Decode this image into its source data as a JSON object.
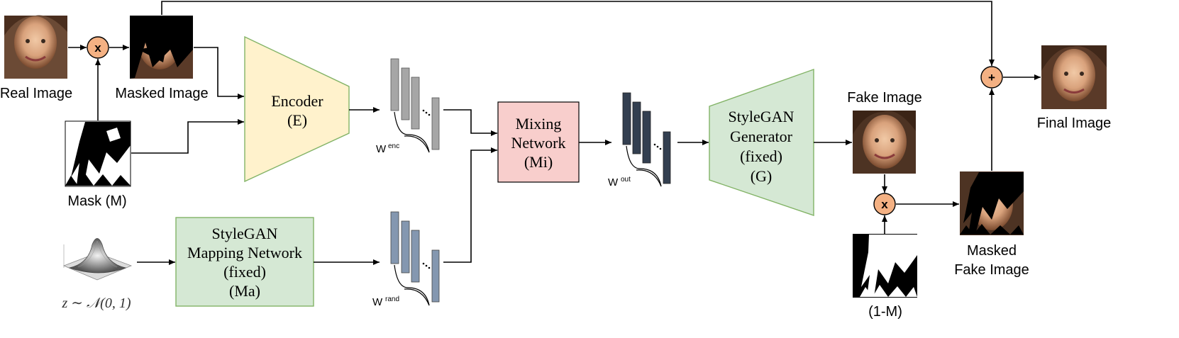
{
  "labels": {
    "real_image": "Real Image",
    "masked_image": "Masked Image",
    "mask": "Mask (M)",
    "fake_image": "Fake Image",
    "final_image": "Final Image",
    "masked_fake_image_line1": "Masked",
    "masked_fake_image_line2": "Fake Image",
    "inverse_mask": "(1-M)",
    "noise": "z ∼ 𝒩(0, 1)"
  },
  "blocks": {
    "encoder": {
      "line1": "Encoder",
      "line2": "(E)"
    },
    "mixing": {
      "line1": "Mixing",
      "line2": "Network",
      "line3": "(Mi)"
    },
    "generator": {
      "line1": "StyleGAN",
      "line2": "Generator",
      "line3": "(fixed)",
      "line4": "(G)"
    },
    "mapping": {
      "line1": "StyleGAN",
      "line2": "Mapping Network",
      "line3": "(fixed)",
      "line4": "(Ma)"
    }
  },
  "latents": {
    "w_enc": {
      "base": "W",
      "sup": "enc"
    },
    "w_rand": {
      "base": "W",
      "sup": "rand"
    },
    "w_out": {
      "base": "W",
      "sup": "out"
    }
  },
  "operators": {
    "multiply": "x",
    "add": "+"
  },
  "colors": {
    "encoder_fill": "#fff2cc",
    "mixing_fill": "#f8cecc",
    "green_fill": "#d5e8d4",
    "green_stroke": "#82b366",
    "op_fill": "#f4b183",
    "latent_gray": "#a6a6a6",
    "latent_blue": "#8497b0",
    "latent_dark": "#333f50"
  }
}
